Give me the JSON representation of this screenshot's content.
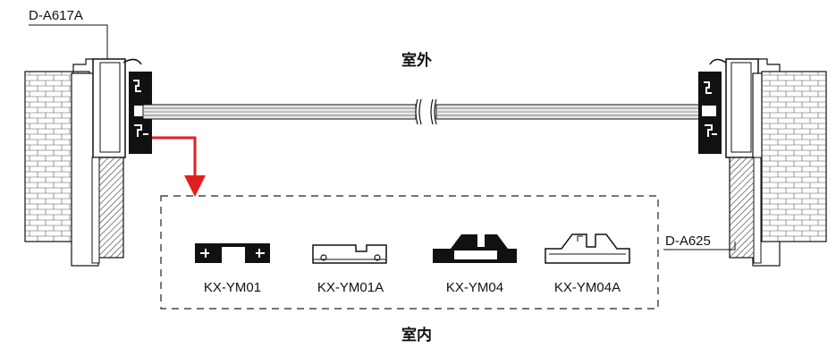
{
  "labels": {
    "left_part": "D-A617A",
    "right_part": "D-A625",
    "outside": "室外",
    "inside": "室内"
  },
  "profiles": [
    {
      "code": "KX-YM01",
      "fill": "solid"
    },
    {
      "code": "KX-YM01A",
      "fill": "outline"
    },
    {
      "code": "KX-YM04",
      "fill": "solid"
    },
    {
      "code": "KX-YM04A",
      "fill": "outline"
    }
  ],
  "colors": {
    "line": "#111111",
    "arrow": "#e02020",
    "wall_fill": "#ffffff",
    "glass": "#9a9a9a"
  }
}
